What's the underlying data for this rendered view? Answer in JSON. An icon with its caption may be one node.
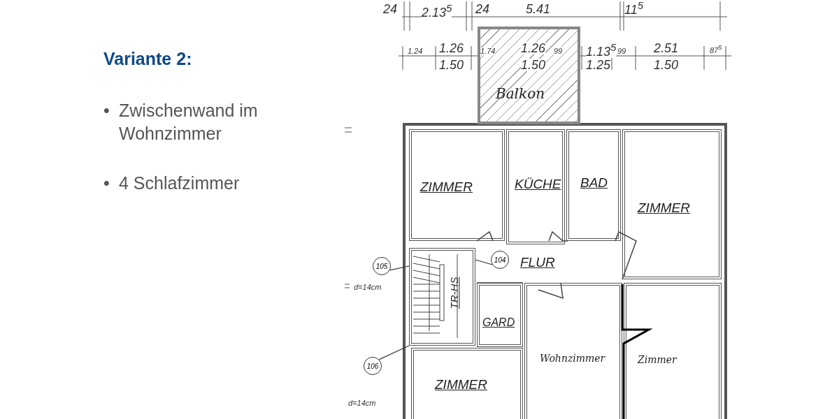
{
  "diagram": {
    "title": "Variante 2:",
    "nodes": [
      {
        "text": [
          "Balkon"
        ]
      },
      {
        "text": [
          "ZIMMER"
        ]
      },
      {
        "text": [
          "KÜCHE"
        ]
      },
      {
        "text": [
          "BAD"
        ]
      },
      {
        "text": [
          "ZIMMER"
        ]
      },
      {
        "text": [
          "FLUR"
        ]
      },
      {
        "text": [
          "TR-HS"
        ]
      },
      {
        "text": [
          "GARD"
        ]
      },
      {
        "text": [
          "Wohnzimmer"
        ]
      },
      {
        "text": [
          "Zimmer"
        ]
      },
      {
        "text": [
          "ZIMMER"
        ]
      },
      {
        "text": [
          "105"
        ]
      },
      {
        "text": [
          "104"
        ]
      },
      {
        "text": [
          "106"
        ]
      }
    ],
    "edges": [
      {
        "from": 11,
        "to": 6,
        "arrow": "none"
      },
      {
        "from": 12,
        "to": 6,
        "arrow": "none"
      },
      {
        "from": 13,
        "to": 6,
        "arrow": "none"
      }
    ],
    "labels": [
      "•",
      "Zwischenwand im Wohnzimmer",
      "•",
      "4 Schlafzimmer",
      "24",
      "2.13$^{5}$",
      "24",
      "5.41",
      "11$^{5}$",
      "1.24",
      "1.26",
      "1.74",
      "1.26",
      "99",
      "1.13$^{5}$",
      "99",
      "2.51",
      "87$^{5}$",
      "1.50",
      "1.50",
      "1.25",
      "1.50",
      "d=14cm",
      "d=14cm"
    ]
  }
}
